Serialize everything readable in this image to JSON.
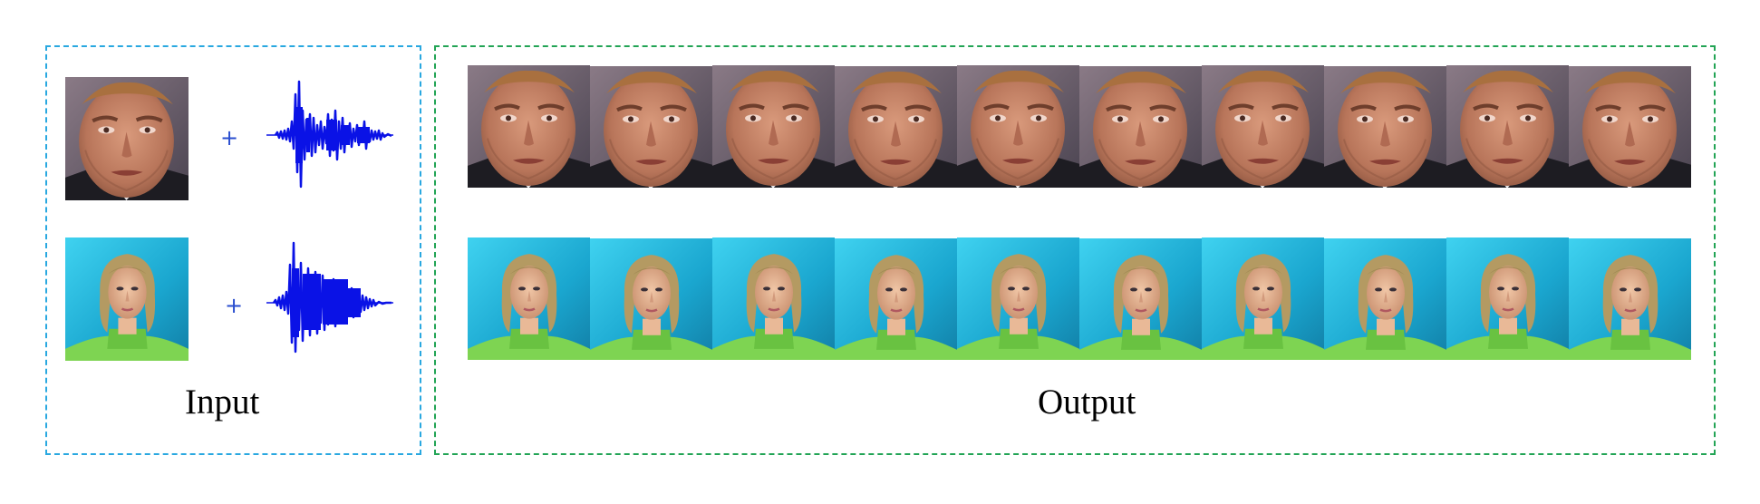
{
  "input_panel": {
    "label": "Input",
    "border_color": "#29a8e0",
    "rows": [
      {
        "face": "male-face-portrait",
        "operator": "+",
        "audio": "audio-waveform"
      },
      {
        "face": "female-face-portrait",
        "operator": "+",
        "audio": "audio-waveform"
      }
    ]
  },
  "output_panel": {
    "label": "Output",
    "border_color": "#22a455",
    "rows": [
      {
        "subject": "male-face-frame",
        "frame_count": 10
      },
      {
        "subject": "female-face-frame",
        "frame_count": 10
      }
    ]
  },
  "colors": {
    "waveform": "#0a12e6",
    "plus": "#2a4ecf",
    "female_background": "#1aa6cf"
  }
}
